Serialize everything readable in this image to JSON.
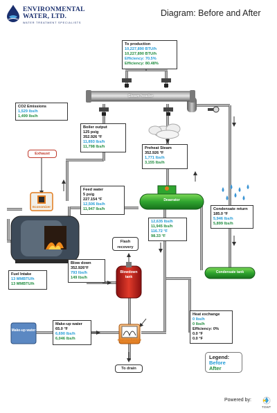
{
  "header": {
    "logo_line1": "ENVIRONMENTAL",
    "logo_line2": "WATER, LTD.",
    "logo_tagline": "WATER TREATMENT SPECIALISTS",
    "title": "Diagram: Before and After"
  },
  "to_production": {
    "title": "To production",
    "line1": "10,227,890 BTU/h",
    "line2": "10,227,890 BTU/h",
    "line3": "Efficiency: 70.5%",
    "line4": "Efficiency: 80.48%"
  },
  "steam_header_label": "Steam header",
  "co2": {
    "title": "CO2 Emissions",
    "line1": "1,529 lbs/h",
    "line2": "1,499 lbs/h"
  },
  "exhaust_label": "Exhaust",
  "boiler_output": {
    "title": "Boiler output",
    "line1": "125 psig",
    "line2": "352.926 °F",
    "line3": "11,893 lbs/h",
    "line4": "11,798 lbs/h"
  },
  "preheat_steam": {
    "title": "Preheat Steam",
    "line1": "352.926 °F",
    "line2": "1,771 lbs/h",
    "line3": "3,155 lbs/h"
  },
  "feed_water": {
    "title": "Feed water",
    "line1": "5 psig",
    "line2": "227.154 °F",
    "line3": "12,506 lbs/h",
    "line4": "11,947 lbs/h"
  },
  "deaerator_label": "Deaerator",
  "economizer_label": "Economizer",
  "condensate_return": {
    "title": "Condensate return",
    "line1": "185.0 °F",
    "line2": "5,946 lbs/h",
    "line3": "5,899 lbs/h"
  },
  "deaerator_out": {
    "line1": "12,635 lbs/h",
    "line2": "11,945 lbs/h",
    "line3": "116.72 °F",
    "line4": "98.33 °F"
  },
  "flash_recovery_label": "Flash recovery",
  "blow_down": {
    "title": "Blow down",
    "line1": "352.926°F",
    "line2": "793 lbs/h",
    "line3": "149 lbs/h"
  },
  "blowdown_tank_label": "Blowdown tank",
  "condensate_tank_label": "Condensate tank",
  "fuel_intake": {
    "title": "Fuel Intake",
    "line1": "13 MMBTU/h",
    "line2": "13 MMBTU/h"
  },
  "heat_exchange": {
    "title": "Heat exchange",
    "line1": "0 lbs/h",
    "line2": "0 lbs/h",
    "line3": "Efficiency: 0%",
    "line4": "0.0 °F",
    "line5": "0.0 °F"
  },
  "makeup_water_source_label": "Make-up water",
  "makeup_water": {
    "title": "Make-up water",
    "line1": "65.0 °F",
    "line2": "6,690 lbs/h",
    "line3": "6,046 lbs/h"
  },
  "heat_exchanger_label": "Heat exchanger",
  "to_drain_label": "To drain",
  "legend": {
    "title": "Legend:",
    "before": "Before",
    "after": "After"
  },
  "powered_by": "Powered by:",
  "tgwt_label": "TGWT",
  "colors": {
    "before": "#1f9ad6",
    "after": "#1c8a3c",
    "pipe": "#7a7a7a",
    "arrow": "#333333"
  }
}
